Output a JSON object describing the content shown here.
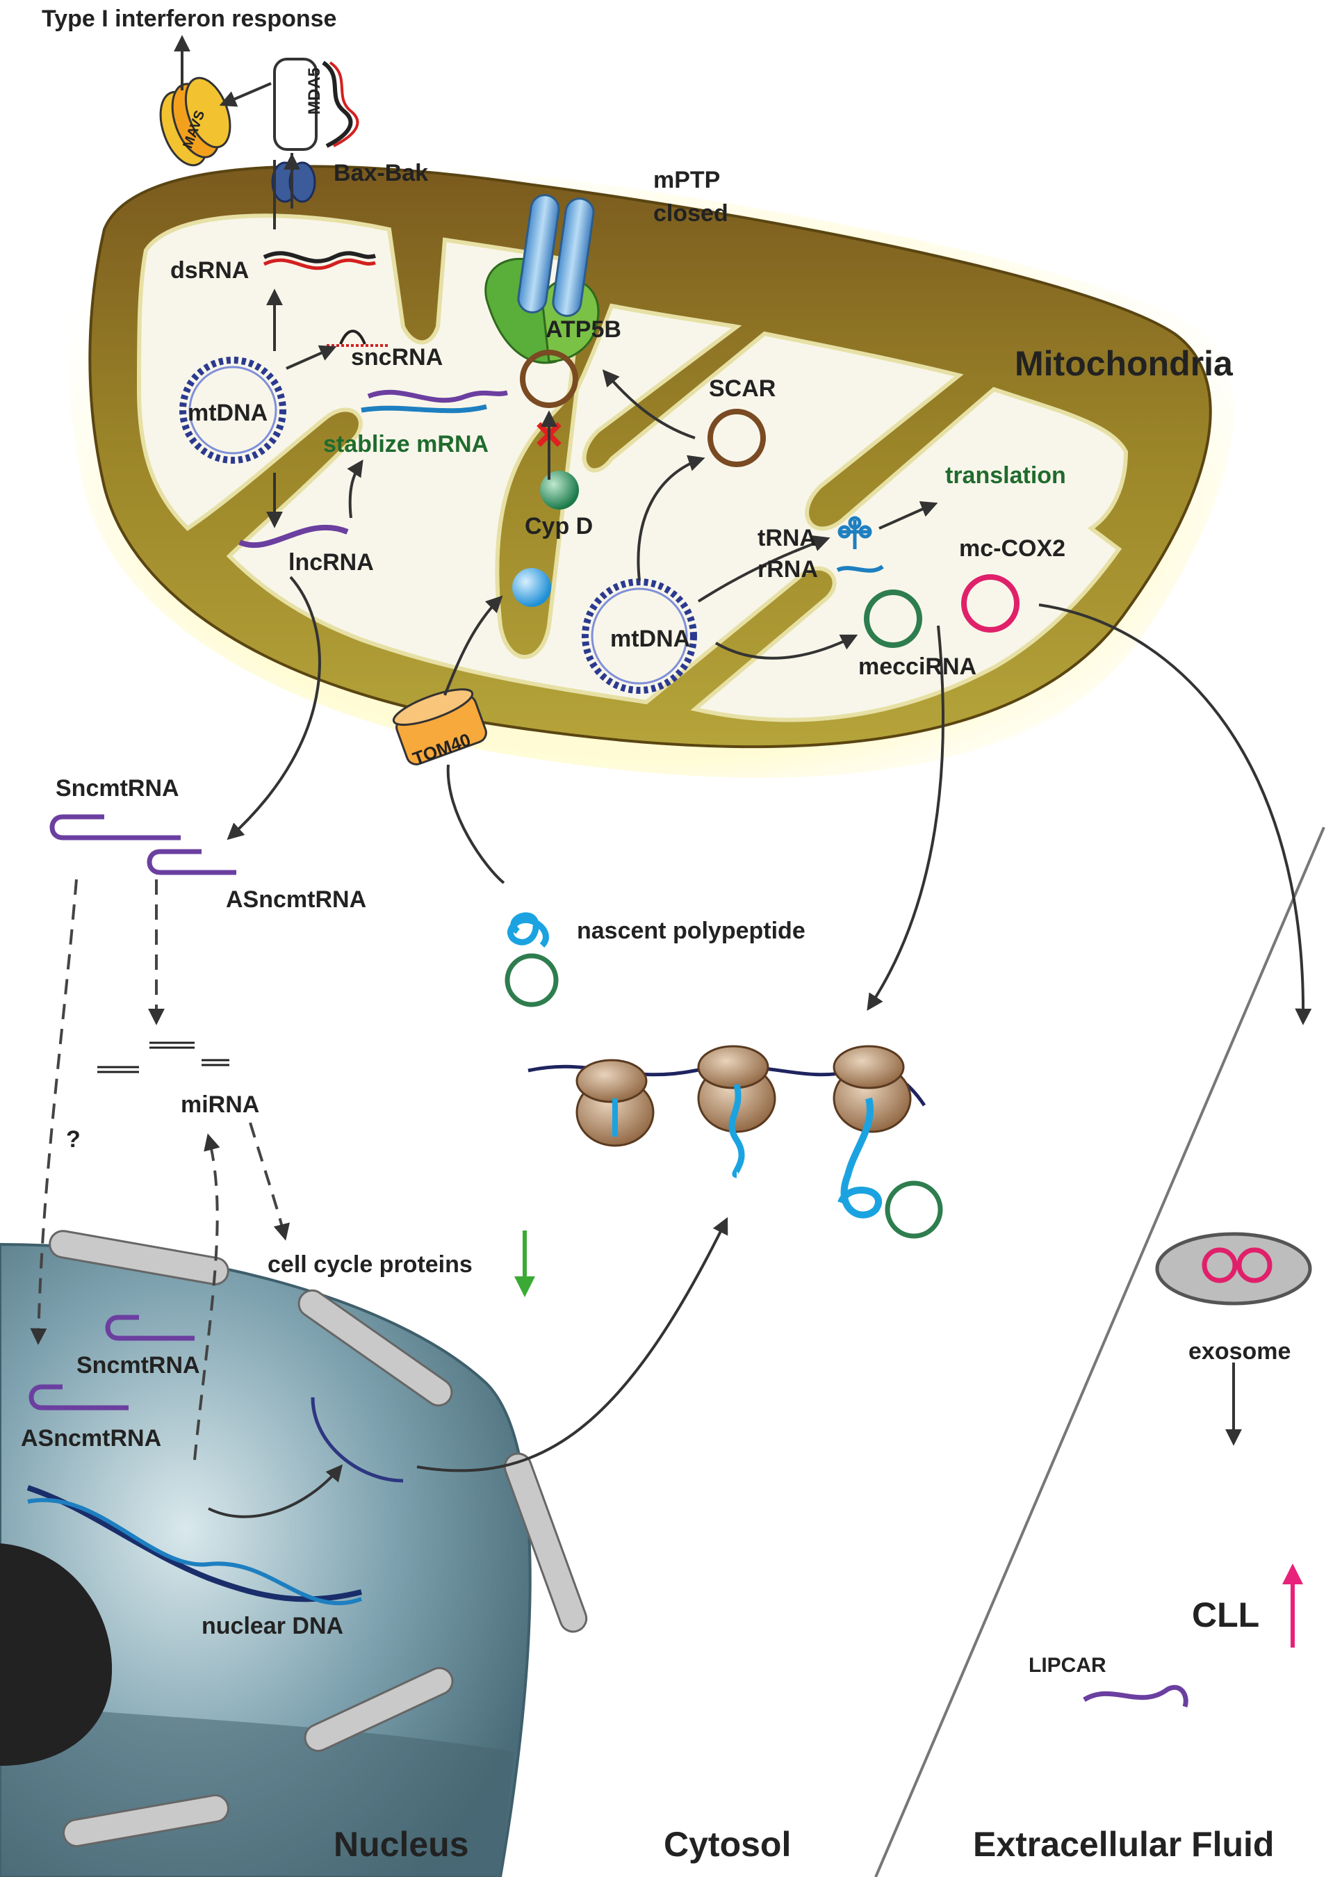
{
  "labels": {
    "interferon": "Type I interferon response",
    "mda5": "MDA5",
    "mavs": "MAVS",
    "baxbak": "Bax-Bak",
    "mptp": "mPTP",
    "mptp_state": "closed",
    "dsrna": "dsRNA",
    "sncrna": "sncRNA",
    "mtdna_left": "mtDNA",
    "stabilize": "stablize mRNA",
    "lncrna": "lncRNA",
    "atp5b": "ATP5B",
    "cypd": "Cyp D",
    "scar": "SCAR",
    "mitochondria": "Mitochondria",
    "translation": "translation",
    "trna": "tRNA",
    "rrna": "rRNA",
    "mccox2": "mc-COX2",
    "mtdna_right": "mtDNA",
    "mecci": "mecciRNA",
    "tom40": "TOM40",
    "sncmtrna_top": "SncmtRNA",
    "asncmtrna_top": "ASncmtRNA",
    "nascent": "nascent polypeptide",
    "mirna": "miRNA",
    "question": "?",
    "cellcycle": "cell cycle proteins",
    "sncmtrna_nuc": "SncmtRNA",
    "asncmtrna_nuc": "ASncmtRNA",
    "nuclear_dna": "nuclear DNA",
    "nucleus": "Nucleus",
    "cytosol": "Cytosol",
    "exosome": "exosome",
    "cll": "CLL",
    "lipcar": "LIPCAR",
    "extracellular": "Extracellular Fluid"
  },
  "colors": {
    "mito_outer": "#8a7420",
    "mito_inner": "#f7f4e6",
    "mtdna": "#2b3a8f",
    "lncrna": "#6b3fa0",
    "circ_brown": "#7a4a22",
    "circ_green": "#2e7d4f",
    "circ_pink": "#e0206a",
    "peptide_blue": "#1aa3e0",
    "ribosome": "#a5784f",
    "nucleus": "#5f8796",
    "arrow": "#333333",
    "arrow_green": "#3aaa35",
    "arrow_pink": "#e8217a"
  }
}
